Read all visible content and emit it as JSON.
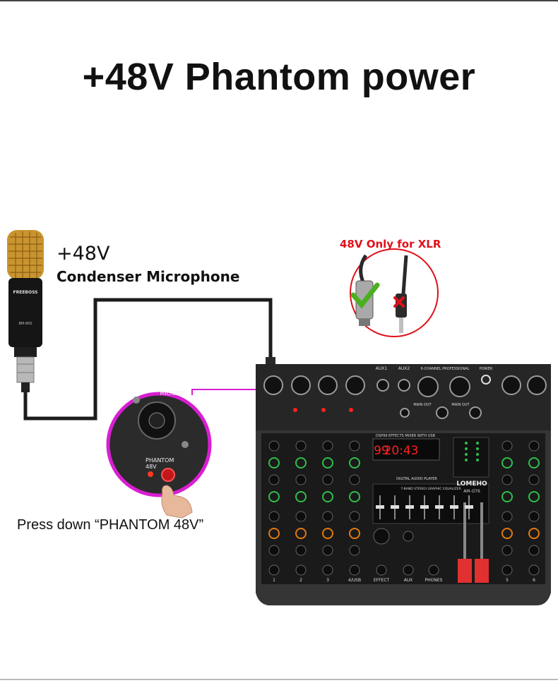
{
  "title": "+48V Phantom power",
  "microphone": {
    "voltage": "+48V",
    "name": "Condenser Microphone",
    "brand": "FREEBOSS",
    "model": "BM-800"
  },
  "cable_note": "48V Only for XLR",
  "instruction": "Press down “PHANTOM 48V”",
  "zoom_panel": {
    "jack_label": "MIC/LINE",
    "phantom_label": "PHANTOM",
    "volt_label": "48V"
  },
  "mixer": {
    "brand": "LOMEHO",
    "model": "AM-GT6",
    "display_left": "99",
    "display_right": "20:43",
    "effects_label": "DSP99 EFFECTS MIXER WITH USB",
    "player_label": "DIGITAL AUDIO PLAYER",
    "eq_label": "7-BAND STEREO GRAPHIC EQUALIZER",
    "professional_label": "6-CHANNEL PROFESSIONAL",
    "power_label": "POWER",
    "channel_labels": [
      "1",
      "2",
      "3",
      "4/USB",
      "5",
      "6"
    ],
    "aux_labels": [
      "AUX1",
      "AUX2"
    ],
    "out_labels": [
      "MAIN OUT",
      "MAIN OUT"
    ],
    "bottom_labels": [
      "EFFECT",
      "AUX",
      "PHONES"
    ]
  },
  "colors": {
    "accent_red": "#e0101a",
    "callout_magenta": "#d81fd2",
    "check_green": "#4caf1f"
  }
}
